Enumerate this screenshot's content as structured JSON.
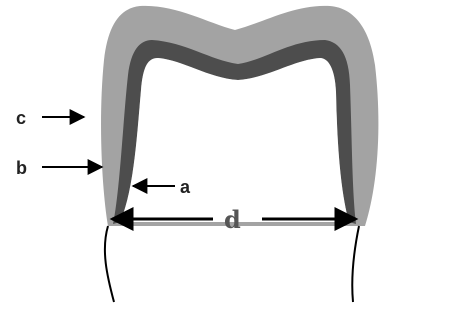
{
  "labels": {
    "a": "a",
    "b": "b",
    "c": "c",
    "d": "d"
  },
  "colors": {
    "outer_layer": "#a3a3a3",
    "inner_layer": "#4d4d4d",
    "background": "#ffffff",
    "arrows": "#000000",
    "root_lines": "#000000"
  }
}
